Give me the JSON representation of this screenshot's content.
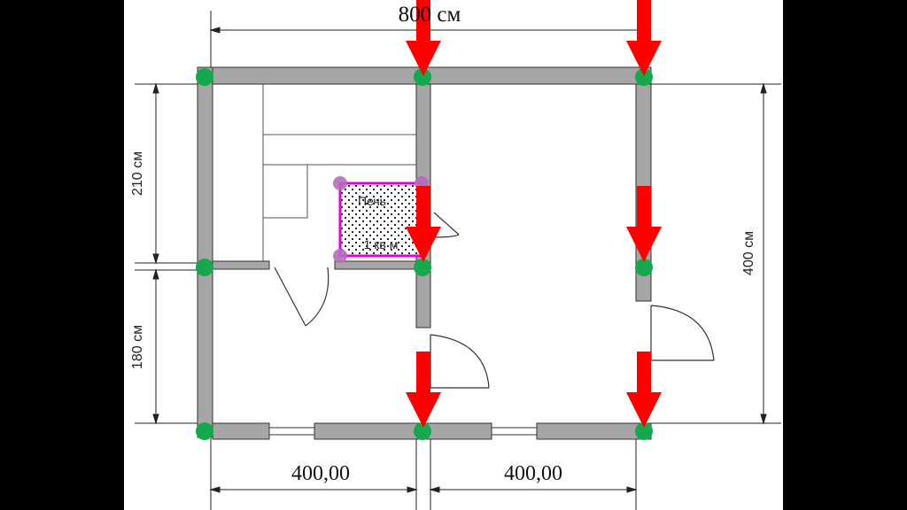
{
  "colors": {
    "background": "#ffffff",
    "side_band": "#000000",
    "wall": "#a6a6a6",
    "wall_stroke": "#333333",
    "dimension_line": "#222222",
    "node_green": "#15a84c",
    "arrow_red": "#ff0000",
    "stove_outline": "#e000e0",
    "stove_corner": "#b56cb8"
  },
  "labels": {
    "top_width": "800 см",
    "left_upper": "210 см",
    "left_lower": "180 см",
    "right_height": "400 см",
    "bottom_left": "400,00",
    "bottom_right": "400,00"
  },
  "stove": {
    "name": "Печь",
    "area": "1 кв м"
  }
}
